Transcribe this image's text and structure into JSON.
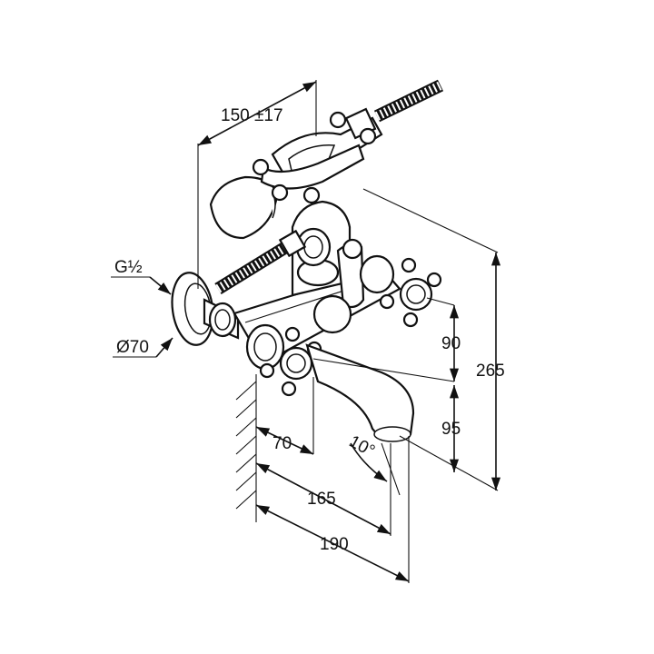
{
  "dimensions": {
    "shower_offset": "150 ±17",
    "thread": "G½",
    "diameter": "Ø70",
    "height_upper": "90",
    "height_lower": "95",
    "total_height": "265",
    "spout_offset_a": "70",
    "spout_offset_b": "165",
    "spout_length": "190",
    "spout_angle": "10°"
  },
  "icons": {
    "arrow": "arrowhead-icon",
    "faucet": "bath-mixer-drawing",
    "hatch": "wall-hatch-icon"
  }
}
